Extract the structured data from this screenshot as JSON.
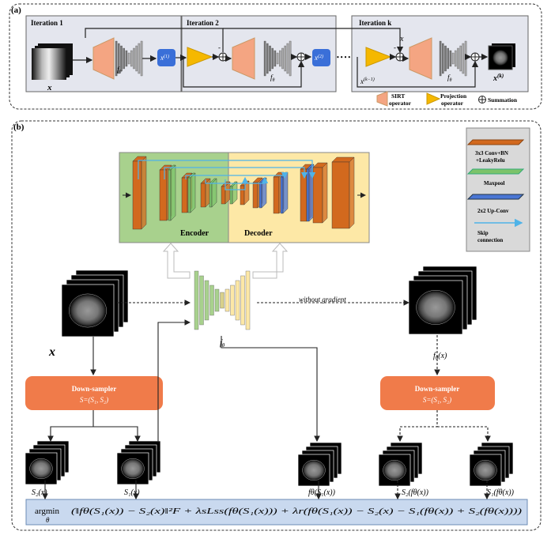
{
  "panel_a": {
    "label": "(a)",
    "iterations": {
      "it1": "Iteration 1",
      "it2": "Iteration 2",
      "itk": "Iteration k"
    },
    "symbols": {
      "x_input": "x",
      "f_theta": "f",
      "f_sub": "θ",
      "x1": "x",
      "x1_sup": "(1)",
      "x2": "x",
      "x2_sup": "(2)",
      "xk_out": "x",
      "xk_sup": "(k)",
      "x_km1": "x",
      "x_km1_sup": "(k−1)",
      "x_feed": "x",
      "minus": "-",
      "dots": "• • • •"
    },
    "legend": {
      "sirt_line1": "SIRT",
      "sirt_line2": "operator",
      "proj_line1": "Projection",
      "proj_line2": "operator",
      "sum": "Summation"
    }
  },
  "panel_b": {
    "label": "(b)",
    "unet": {
      "encoder": "Encoder",
      "decoder": "Decoder"
    },
    "legend": {
      "conv_line1": "3x3 Conv+BN",
      "conv_line2": "+LeakyRelu",
      "maxpool": "Maxpool",
      "upconv": "2x2 Up-Conv",
      "skip_line1": "Skip",
      "skip_line2": "connection"
    },
    "without_gradient": "without gradient",
    "x_label": "x",
    "f_theta": "f",
    "f_sub": "θ",
    "f_theta_x": "f",
    "f_theta_x_sub": "θ",
    "f_theta_x_arg": "(x)",
    "downsampler_left": {
      "title": "Down-sampler",
      "formula": "S=(S₁, S₂)"
    },
    "downsampler_right": {
      "title": "Down-sampler",
      "formula": "S=(S₁, S₂)"
    },
    "subimages": {
      "s2x": "S₂(x)",
      "s1x": "S₁(x)",
      "fs1x": "fθ(S₁(x))",
      "s2fx": "S₂(fθ(x))",
      "s1fx": "S₁(fθ(x))"
    },
    "loss": {
      "argmin": "argmin",
      "theta": "θ",
      "body": "(‖fθ(S₁(x)) − S₂(x)‖²F + λsLss(fθ(S₁(x))) + λr(fθ(S₁(x)) − S₂(x) − S₁(fθ(x)) + S₂(fθ(x))))"
    }
  },
  "colors": {
    "sirt": "#f4a582",
    "projection": "#f5b800",
    "xbox": "#3a6fd8",
    "conv": "#d2691e",
    "maxpool": "#7cc36a",
    "upconv": "#4a76d4",
    "skip": "#4fb3e8",
    "downsampler": "#f07b4a",
    "encoder_bg": "#a8d18d",
    "decoder_bg": "#fde8a6",
    "loss_bg": "#c9d9ef"
  }
}
